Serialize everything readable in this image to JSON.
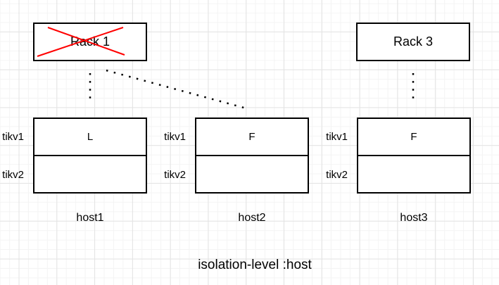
{
  "diagram": {
    "racks": [
      {
        "label": "Rack 1",
        "crossed_out": true
      },
      {
        "label": "Rack 3",
        "crossed_out": false
      }
    ],
    "hosts": [
      {
        "name": "host1",
        "rows": [
          {
            "port": "tikv1",
            "value": "L"
          },
          {
            "port": "tikv2",
            "value": ""
          }
        ]
      },
      {
        "name": "host2",
        "rows": [
          {
            "port": "tikv1",
            "value": "F"
          },
          {
            "port": "tikv2",
            "value": ""
          }
        ]
      },
      {
        "name": "host3",
        "rows": [
          {
            "port": "tikv1",
            "value": "F"
          },
          {
            "port": "tikv2",
            "value": ""
          }
        ]
      }
    ],
    "connectors": [
      {
        "from": "Rack 1",
        "to": "host1",
        "style": "dotted"
      },
      {
        "from": "Rack 1",
        "to": "host2",
        "style": "dotted"
      },
      {
        "from": "Rack 3",
        "to": "host3",
        "style": "dotted"
      }
    ],
    "caption": "isolation-level :host"
  },
  "colors": {
    "canvas_bg": "#ffffff",
    "grid_minor": "#f4f4f4",
    "grid_major": "#e3e3e3",
    "shape_border": "#000000",
    "shape_fill": "#ffffff",
    "text": "#000000",
    "connector": "#000000",
    "cross": "#ff0000"
  }
}
